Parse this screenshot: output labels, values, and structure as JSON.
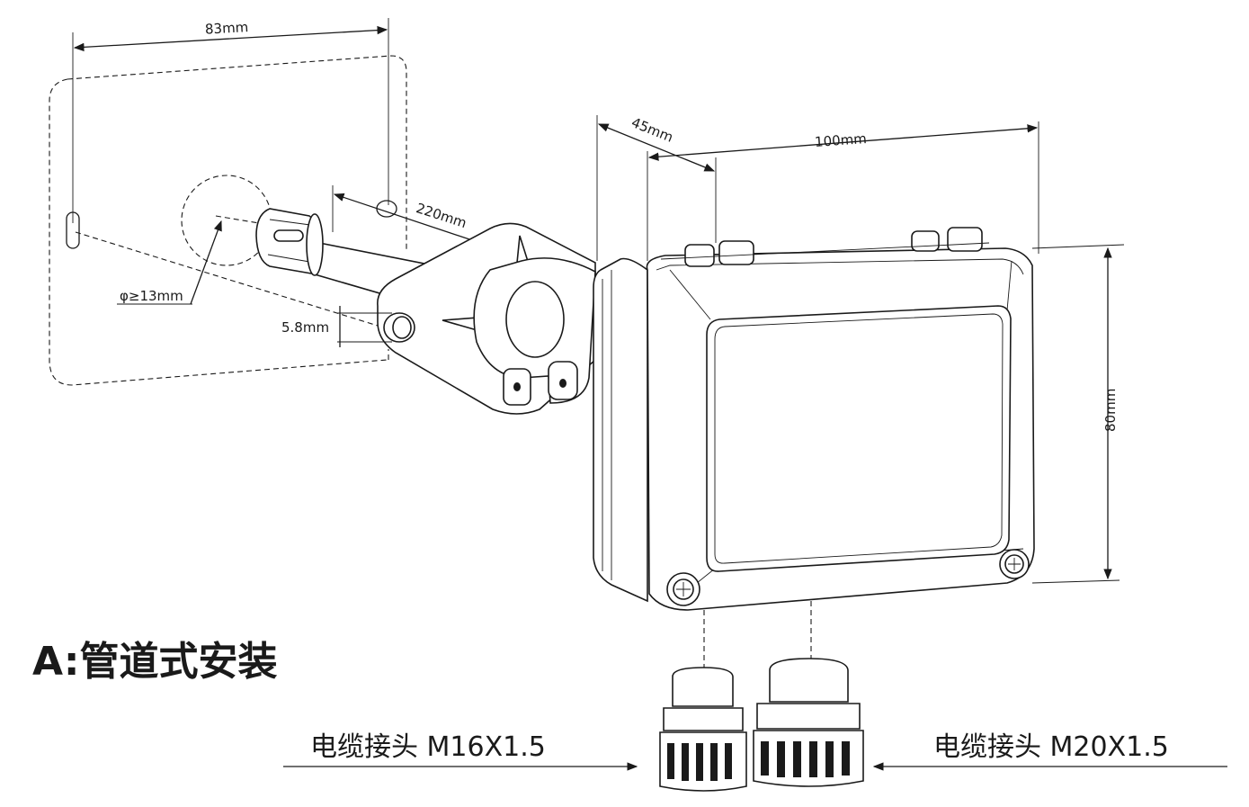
{
  "dimensions": {
    "width_83": "83mm",
    "length_220": "220mm",
    "hole_dia": "φ≥13mm",
    "slot_58": "5.8mm",
    "depth_45": "45mm",
    "width_100": "100mm",
    "height_80": "80mm"
  },
  "title": "A:管道式安装",
  "connectors": {
    "left_label": "电缆接头 M16X1.5",
    "right_label": "电缆接头 M20X1.5"
  }
}
